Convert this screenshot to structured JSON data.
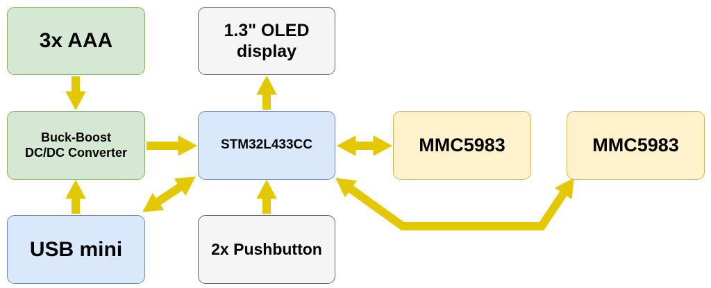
{
  "blocks": {
    "battery": {
      "label": "3x AAA",
      "fill": "#d5e8d4",
      "stroke": "#82b366"
    },
    "converter": {
      "label": "Buck-Boost\nDC/DC Converter",
      "fill": "#d5e8d4",
      "stroke": "#82b366"
    },
    "usb": {
      "label": "USB mini",
      "fill": "#dae8fc",
      "stroke": "#6c8ebf"
    },
    "oled": {
      "label": "1.3\" OLED\ndisplay",
      "fill": "#f5f5f5",
      "stroke": "#666666"
    },
    "mcu": {
      "label": "STM32L433CC",
      "fill": "#dae8fc",
      "stroke": "#6c8ebf"
    },
    "button": {
      "label": "2x Pushbutton",
      "fill": "#f5f5f5",
      "stroke": "#666666"
    },
    "mag1": {
      "label": "MMC5983",
      "fill": "#fff2cc",
      "stroke": "#d6b656"
    },
    "mag2": {
      "label": "MMC5983",
      "fill": "#fff2cc",
      "stroke": "#d6b656"
    }
  },
  "arrow_color": "#e3c800",
  "arrow_stroke": "#b09a00",
  "connections": [
    {
      "from": "battery",
      "to": "converter",
      "bidirectional": false
    },
    {
      "from": "usb",
      "to": "converter",
      "bidirectional": false
    },
    {
      "from": "converter",
      "to": "mcu",
      "bidirectional": false
    },
    {
      "from": "mcu",
      "to": "oled",
      "bidirectional": false
    },
    {
      "from": "button",
      "to": "mcu",
      "bidirectional": false
    },
    {
      "from": "usb",
      "to": "mcu",
      "bidirectional": true
    },
    {
      "from": "mcu",
      "to": "mag1",
      "bidirectional": true
    },
    {
      "from": "mcu",
      "to": "mag2",
      "bidirectional": true
    }
  ]
}
